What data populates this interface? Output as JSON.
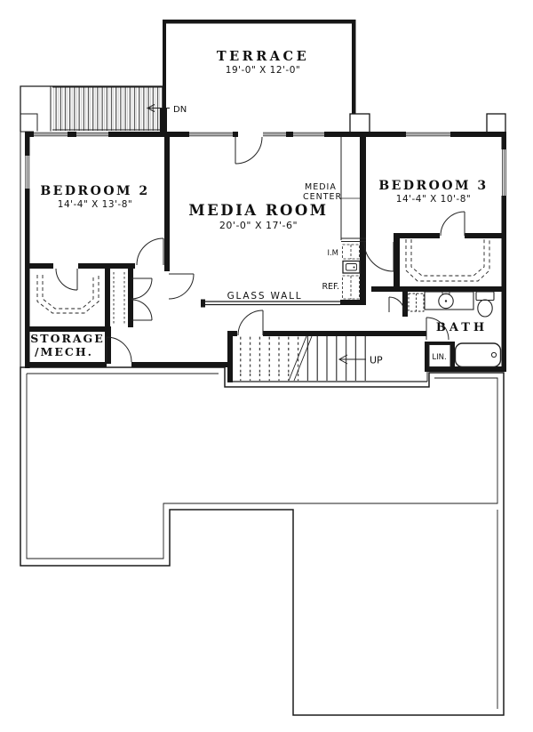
{
  "rooms": {
    "terrace": {
      "name": "TERRACE",
      "dims": "19'-0\" X 12'-0\""
    },
    "bedroom2": {
      "name": "BEDROOM 2",
      "dims": "14'-4\" X 13'-8\""
    },
    "media_room": {
      "name": "MEDIA ROOM",
      "dims": "20'-0\" X 17'-6\""
    },
    "bedroom3": {
      "name": "BEDROOM 3",
      "dims": "14'-4\" X 10'-8\""
    },
    "storage_mech": {
      "line1": "STORAGE",
      "line2": "/MECH."
    },
    "bath": {
      "name": "BATH"
    }
  },
  "annotations": {
    "dn": "DN",
    "up": "UP",
    "media_center": {
      "line1": "MEDIA",
      "line2": "CENTER"
    },
    "ice_maker": "I.M",
    "refrigerator": "REF.",
    "glass_wall": "GLASS WALL",
    "linen": "LIN."
  },
  "colors": {
    "wall": "#161616",
    "line": "#222222",
    "background": "#ffffff"
  }
}
